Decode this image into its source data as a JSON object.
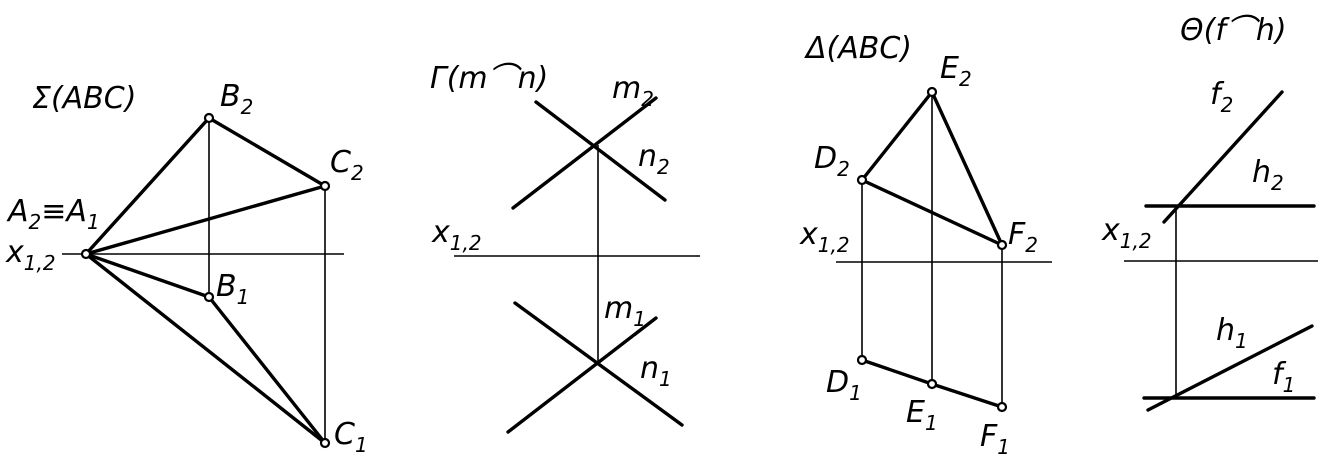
{
  "colors": {
    "stroke": "#000000",
    "background": "#ffffff"
  },
  "panels": {
    "sigma": {
      "title": "Σ(ABC)",
      "axis_label": "x",
      "axis_sub": "1,2",
      "a": {
        "main": "A",
        "sub": "2",
        "eq": "≡",
        "main2": "A",
        "sub2": "1"
      },
      "b2": {
        "main": "B",
        "sub": "2"
      },
      "c2": {
        "main": "C",
        "sub": "2"
      },
      "b1": {
        "main": "B",
        "sub": "1"
      },
      "c1": {
        "main": "C",
        "sub": "1"
      }
    },
    "gamma": {
      "title": "Γ(m⌒n)",
      "axis_label": "x",
      "axis_sub": "1,2",
      "m2": {
        "main": "m",
        "sub": "2"
      },
      "n2": {
        "main": "n",
        "sub": "2"
      },
      "m1": {
        "main": "m",
        "sub": "1"
      },
      "n1": {
        "main": "n",
        "sub": "1"
      }
    },
    "delta": {
      "title": "Δ(ABC)",
      "axis_label": "x",
      "axis_sub": "1,2",
      "e2": {
        "main": "E",
        "sub": "2"
      },
      "d2": {
        "main": "D",
        "sub": "2"
      },
      "f2": {
        "main": "F",
        "sub": "2"
      },
      "d1": {
        "main": "D",
        "sub": "1"
      },
      "e1": {
        "main": "E",
        "sub": "1"
      },
      "f1": {
        "main": "F",
        "sub": "1"
      }
    },
    "theta": {
      "title": "Θ(f⌒h)",
      "axis_label": "x",
      "axis_sub": "1,2",
      "f2": {
        "main": "f",
        "sub": "2"
      },
      "h2": {
        "main": "h",
        "sub": "2"
      },
      "h1": {
        "main": "h",
        "sub": "1"
      },
      "f1": {
        "main": "f",
        "sub": "1"
      }
    }
  }
}
